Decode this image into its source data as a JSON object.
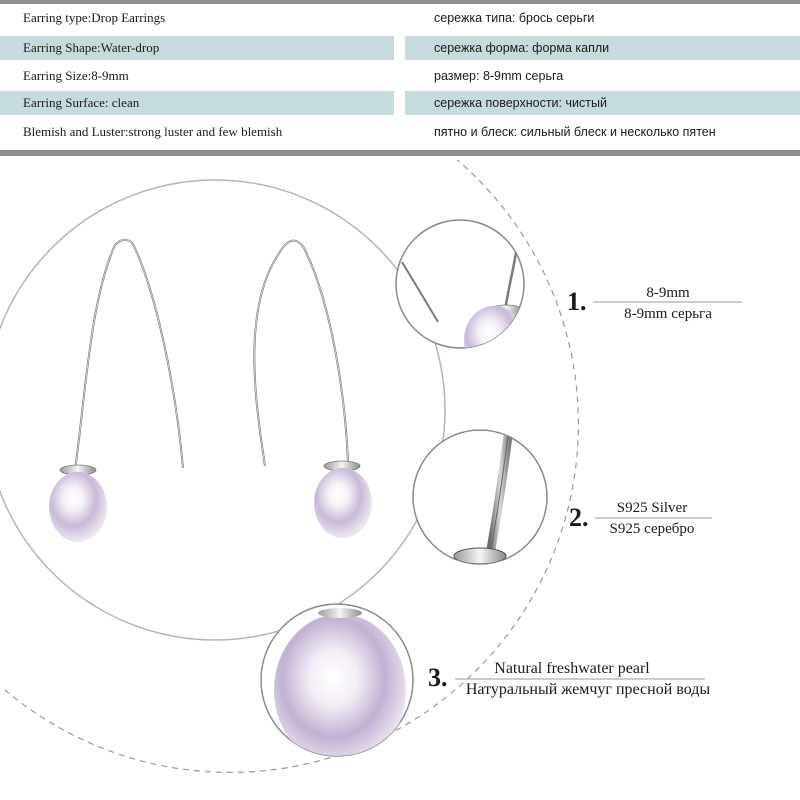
{
  "specs": [
    {
      "en": "Earring type:Drop Earrings",
      "ru": "сережка типа: брось серьги",
      "shaded": false
    },
    {
      "en": "Earring Shape:Water-drop",
      "ru": "сережка форма: форма  капли",
      "shaded": true
    },
    {
      "en": "Earring Size:8-9mm",
      "ru": "размер: 8-9mm серьга",
      "shaded": false
    },
    {
      "en": "Earring Surface: clean",
      "ru": "сережка поверхности: чистый",
      "shaded": true
    },
    {
      "en": "Blemish and Luster:strong luster and few blemish",
      "ru": "пятно и блеск: сильный блеск и несколько пятен",
      "shaded": false
    }
  ],
  "features": [
    {
      "number": "1.",
      "en": "8-9mm",
      "ru": "8-9mm серьга"
    },
    {
      "number": "2.",
      "en": "S925 Silver",
      "ru": "S925 серебро"
    },
    {
      "number": "3.",
      "en": "Natural freshwater pearl",
      "ru": "Натуральный жемчуг пресной воды"
    }
  ],
  "colors": {
    "shade": "#c6dbdd",
    "bar": "#8f8f8f",
    "text": "#1a1a1a",
    "pearl_base": "#ece6f0",
    "pearl_tint": "#b9a6cc"
  }
}
